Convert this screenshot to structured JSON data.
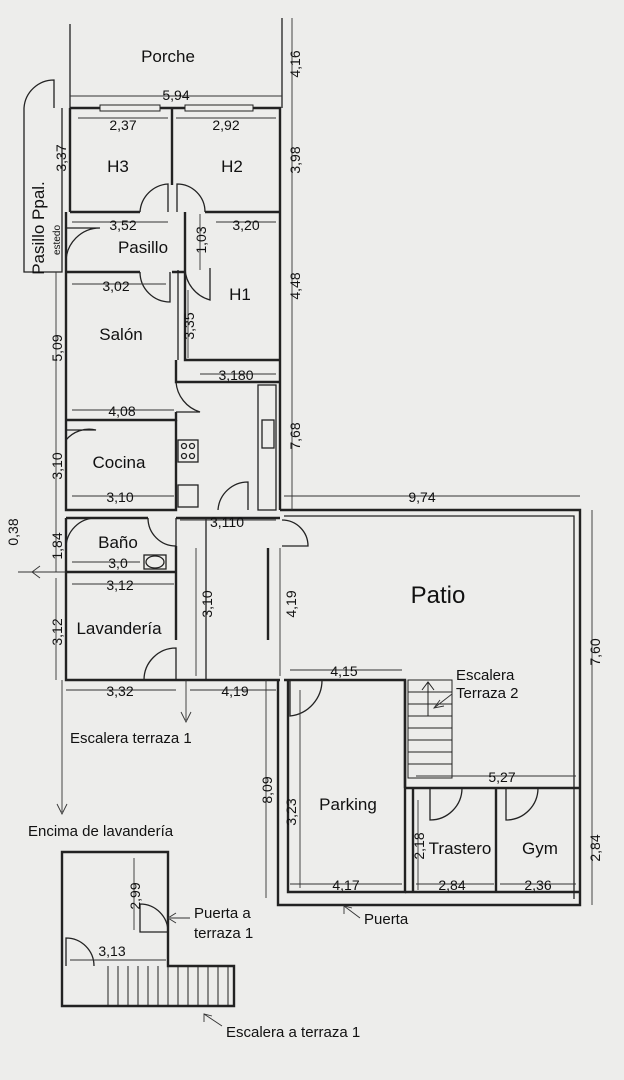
{
  "rooms": {
    "porche": "Porche",
    "h3": "H3",
    "h2": "H2",
    "pasillo": "Pasillo",
    "h1": "H1",
    "salon": "Salón",
    "cocina": "Cocina",
    "bano": "Baño",
    "lavanderia": "Lavandería",
    "patio": "Patio",
    "parking": "Parking",
    "trastero": "Trastero",
    "gym": "Gym",
    "pasillo_ppal": "Pasillo Ppal.",
    "estedo": "estedo"
  },
  "labels": {
    "escalera_terraza2_l1": "Escalera",
    "escalera_terraza2_l2": "Terraza 2",
    "escalera_terraza1": "Escalera terraza 1",
    "encima_lavanderia": "Encima de lavandería",
    "puerta": "Puerta",
    "puerta_terraza1_l1": "Puerta a",
    "puerta_terraza1_l2": "terraza 1",
    "escalera_a_terraza1": "Escalera a terraza 1"
  },
  "dims": {
    "porche_w": "5,94",
    "porche_h": "4,16",
    "h3_w": "2,37",
    "h2_w": "2,92",
    "h_h": "3,98",
    "pasillo_ppal_h": "3,37",
    "pasillo_w": "3,52",
    "pasillo_d": "1,03",
    "h1_w": "3,20",
    "h1_h": "4,48",
    "salon_w_top": "3,02",
    "salon_h_right": "3,35",
    "salon_h": "5,09",
    "salon_w": "4,08",
    "corr_w": "3,180",
    "corr_h": "7,68",
    "cocina_h": "3,10",
    "cocina_w": "3,10",
    "patio_w": "9,74",
    "offset": "0,38",
    "bano_h": "1,84",
    "corr2_w": "3,110",
    "bano_w": "3,0",
    "lav_w": "3,12",
    "corr2_h": "3,10",
    "patio_side": "4,19",
    "patio_h": "7,60",
    "lav_h": "3,12",
    "lav_bottom": "3,32",
    "corr_bottom": "4,19",
    "parking_top": "4,15",
    "trastero_top": "5,27",
    "total_h": "8,09",
    "parking_h": "3,23",
    "trastero_h": "2,18",
    "gym_h": "2,84",
    "parking_w": "4,17",
    "trastero_w": "2,84",
    "gym_w": "2,36",
    "upper_h": "2,99",
    "upper_w": "3,13"
  }
}
